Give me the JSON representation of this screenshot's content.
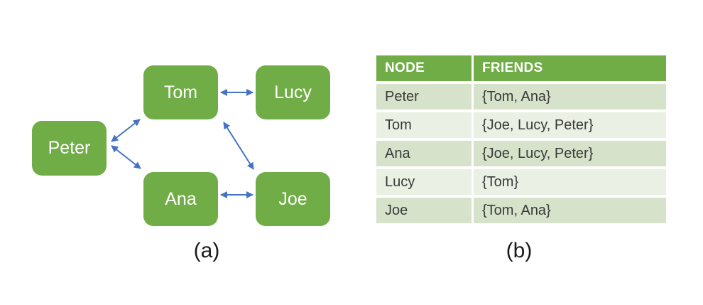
{
  "figure": {
    "panel_a": {
      "caption": "(a)",
      "type": "undirected-graph",
      "nodes": [
        {
          "id": "peter",
          "label": "Peter"
        },
        {
          "id": "tom",
          "label": "Tom"
        },
        {
          "id": "lucy",
          "label": "Lucy"
        },
        {
          "id": "ana",
          "label": "Ana"
        },
        {
          "id": "joe",
          "label": "Joe"
        }
      ],
      "edges": [
        {
          "from": "peter",
          "to": "tom",
          "style": "double-arrow"
        },
        {
          "from": "peter",
          "to": "ana",
          "style": "double-arrow"
        },
        {
          "from": "tom",
          "to": "lucy",
          "style": "double-arrow"
        },
        {
          "from": "tom",
          "to": "joe",
          "style": "double-arrow"
        },
        {
          "from": "ana",
          "to": "joe",
          "style": "double-arrow"
        }
      ]
    },
    "panel_b": {
      "caption": "(b)",
      "table": {
        "columns": [
          "NODE",
          "FRIENDS"
        ],
        "rows": [
          {
            "node": "Peter",
            "friends": "{Tom, Ana}"
          },
          {
            "node": "Tom",
            "friends": "{Joe, Lucy, Peter}"
          },
          {
            "node": "Ana",
            "friends": "{Joe, Lucy, Peter}"
          },
          {
            "node": "Lucy",
            "friends": "{Tom}"
          },
          {
            "node": "Joe",
            "friends": "{Tom, Ana}"
          }
        ]
      }
    },
    "colors": {
      "node_fill": "#70ad47",
      "node_text": "#ffffff",
      "arrow": "#4472c4",
      "table_header_bg": "#70ad47",
      "table_header_text": "#ffffff",
      "table_row_odd_bg": "#d6e3ca",
      "table_row_even_bg": "#eaf0e4",
      "table_text": "#3a3a3a",
      "caption_text": "#1a1a1a",
      "background": "#ffffff"
    }
  }
}
